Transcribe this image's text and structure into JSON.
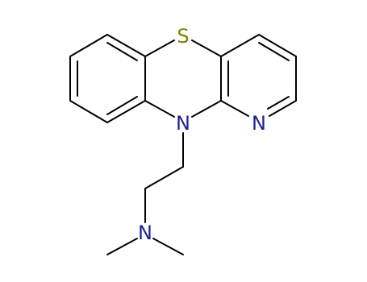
{
  "atoms": {
    "sulfur": {
      "symbol": "S",
      "color": "#808000"
    },
    "ring_nitrogen": {
      "symbol": "N",
      "color": "#1f1f8f"
    },
    "pyridine_nitrogen": {
      "symbol": "N",
      "color": "#1f1f8f"
    },
    "amine_nitrogen": {
      "symbol": "N",
      "color": "#1f1f8f"
    }
  },
  "bond_color": "#000000"
}
